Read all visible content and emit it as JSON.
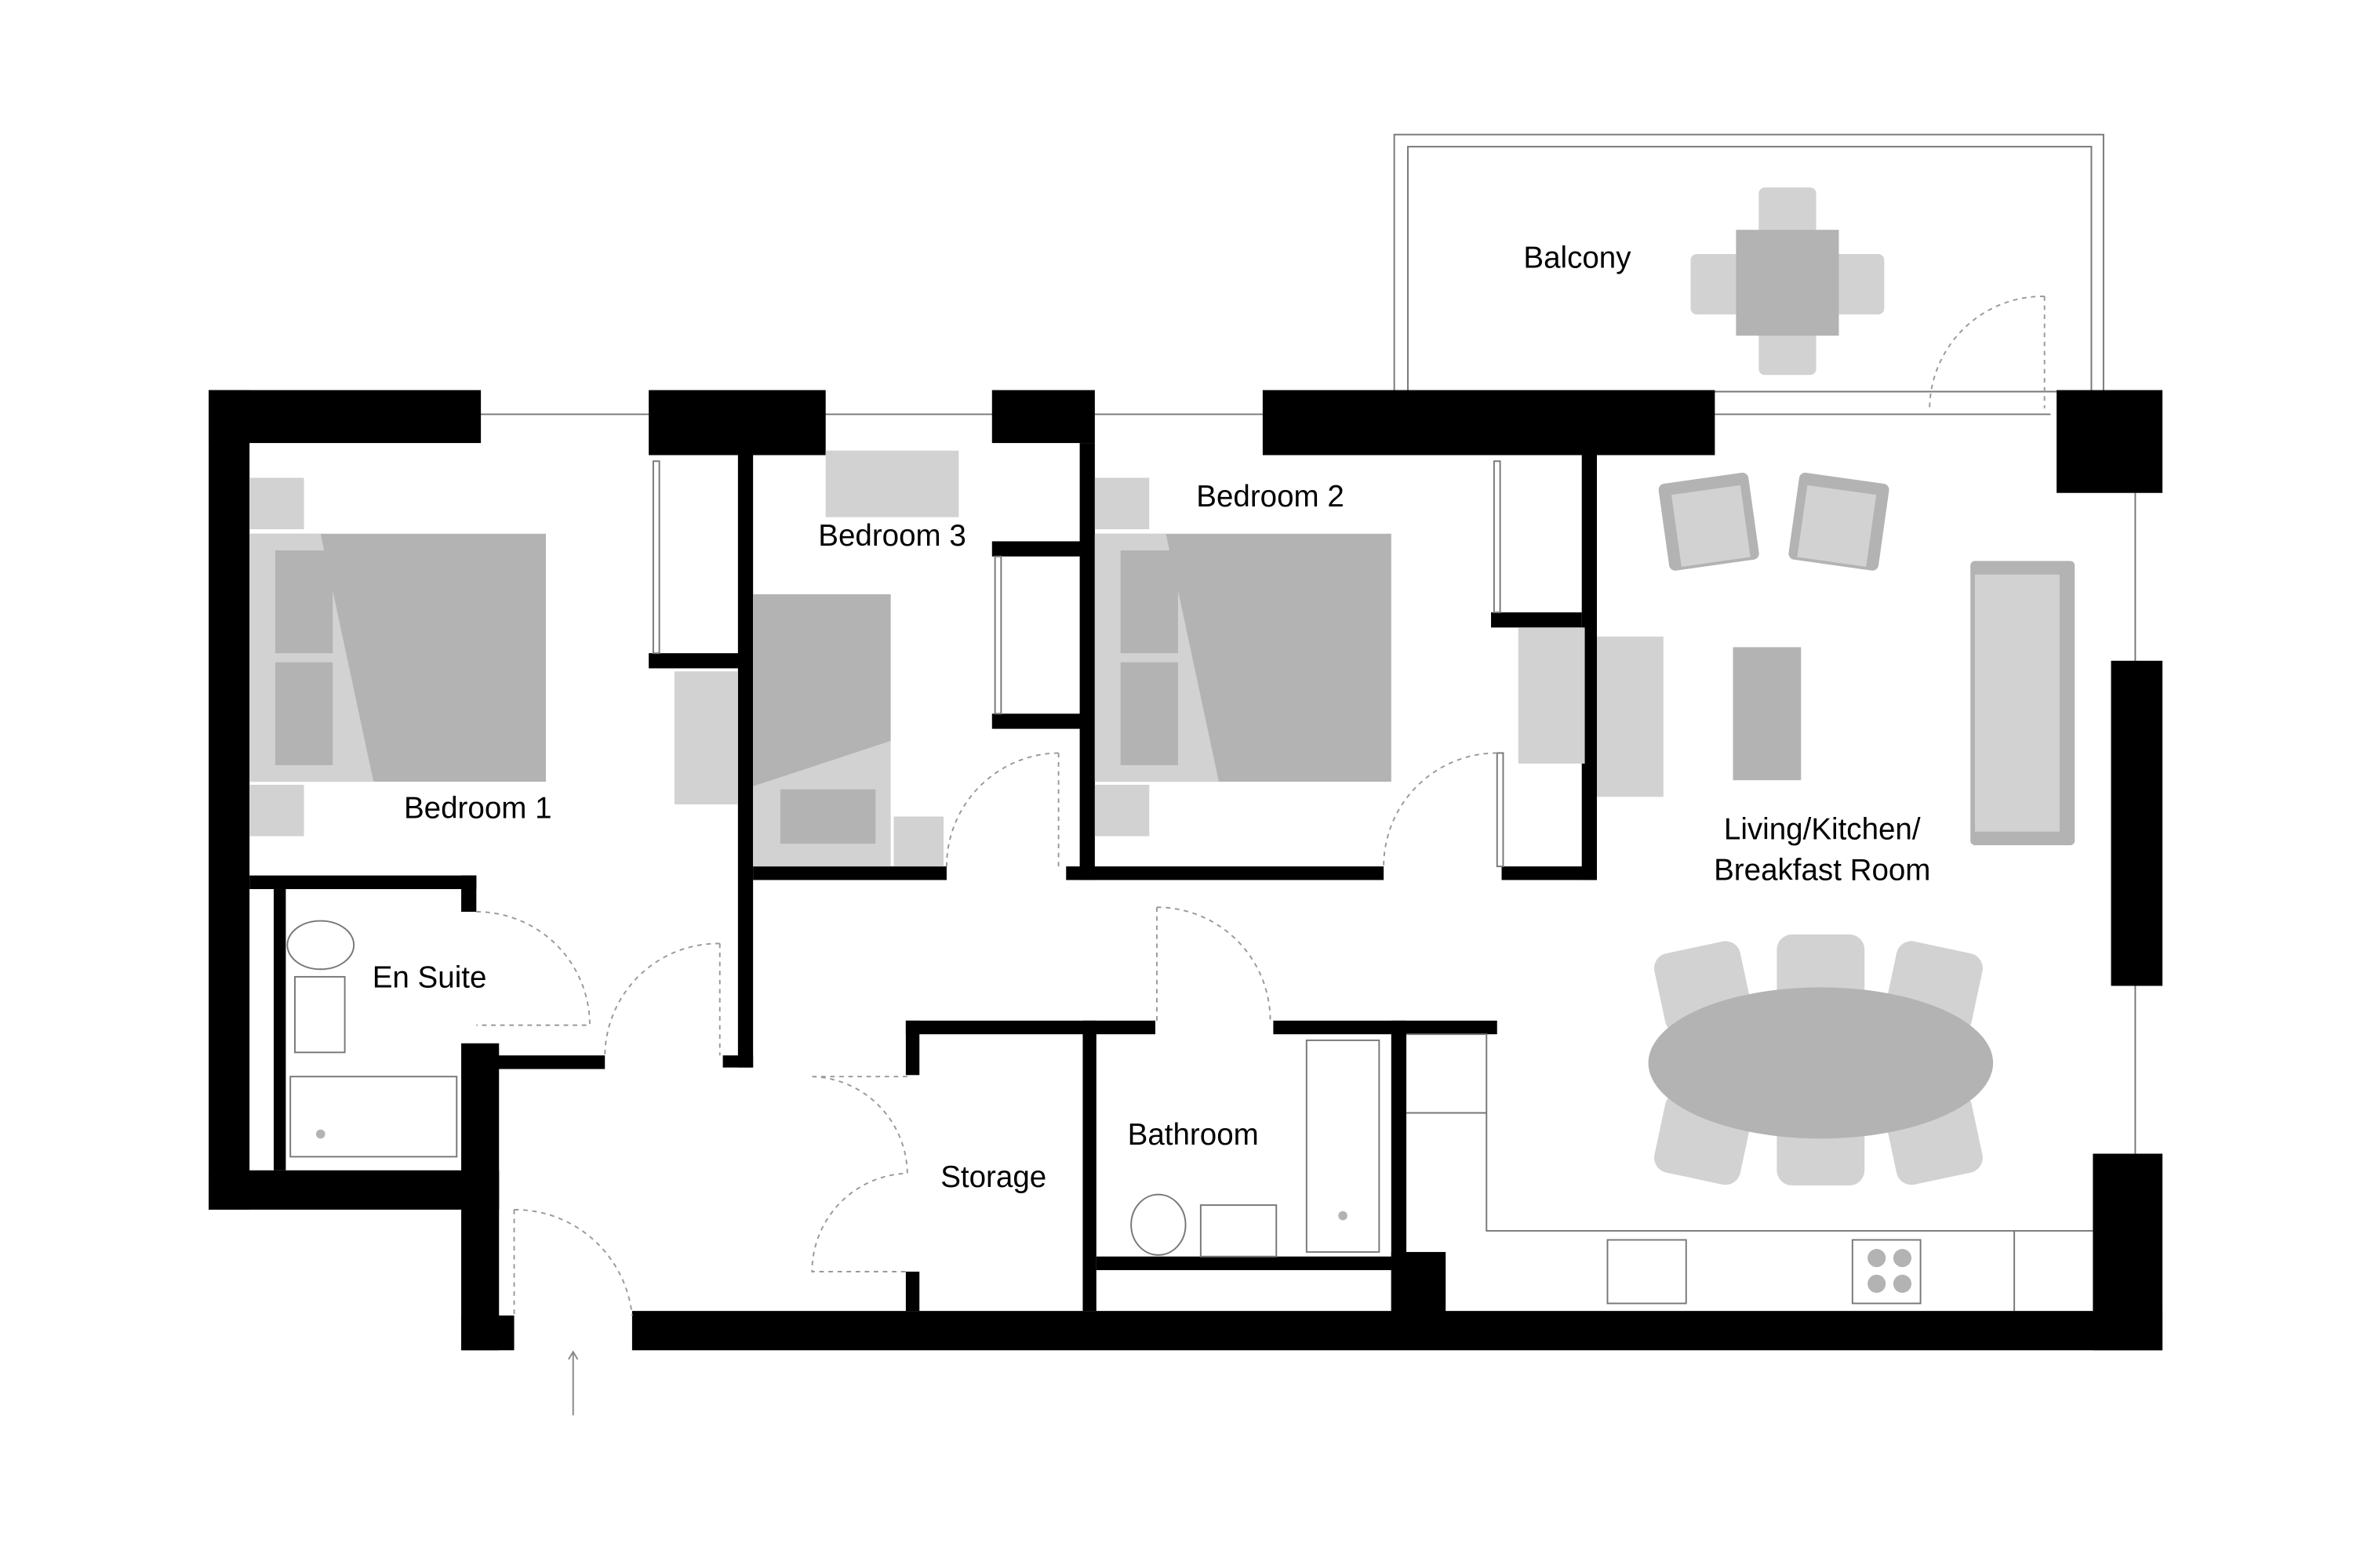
{
  "rooms": {
    "balcony": "Balcony",
    "bedroom1": "Bedroom 1",
    "bedroom2": "Bedroom 2",
    "bedroom3": "Bedroom 3",
    "en_suite": "En Suite",
    "living_line1": "Living/Kitchen/",
    "living_line2": "Breakfast Room",
    "storage": "Storage",
    "bathroom": "Bathroom"
  },
  "colors": {
    "walls": "#000000",
    "furniture_light": "#d2d2d2",
    "furniture_dark": "#b3b3b3"
  }
}
